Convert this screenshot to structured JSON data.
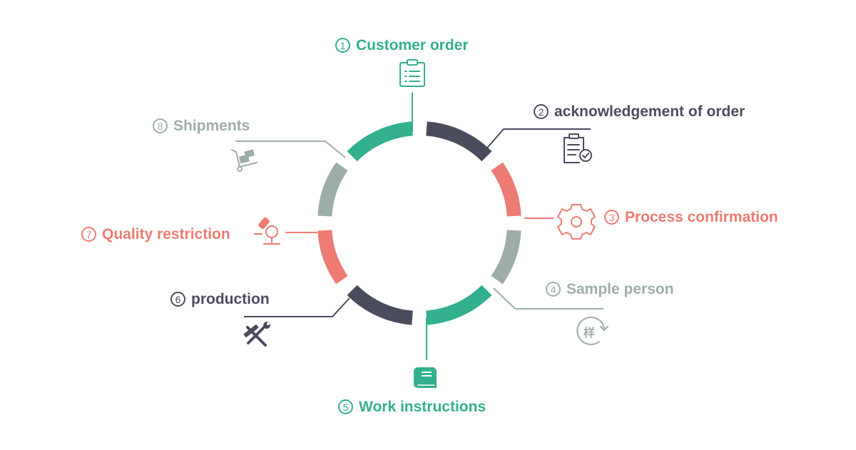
{
  "colors": {
    "teal": "#33b08e",
    "dark": "#4b4b5e",
    "coral": "#ee7b73",
    "gray": "#9dadaa"
  },
  "steps": [
    {
      "num": "1",
      "label": "Customer order",
      "color": "#33b08e",
      "icon": "clipboard-list-icon"
    },
    {
      "num": "2",
      "label": "acknowledgement of order",
      "color": "#4b4b5e",
      "icon": "clipboard-check-icon"
    },
    {
      "num": "3",
      "label": "Process confirmation",
      "color": "#ee7b73",
      "icon": "gear-icon"
    },
    {
      "num": "4",
      "label": "Sample person",
      "color": "#9dadaa",
      "icon": "sample-refresh-icon",
      "icon_glyph": "样"
    },
    {
      "num": "5",
      "label": "Work instructions",
      "color": "#33b08e",
      "icon": "book-icon"
    },
    {
      "num": "6",
      "label": "production",
      "color": "#4b4b5e",
      "icon": "hammer-wrench-icon"
    },
    {
      "num": "7",
      "label": "Quality restriction",
      "color": "#ee7b73",
      "icon": "microscope-icon"
    },
    {
      "num": "8",
      "label": "Shipments",
      "color": "#9dadaa",
      "icon": "hand-truck-icon"
    }
  ]
}
